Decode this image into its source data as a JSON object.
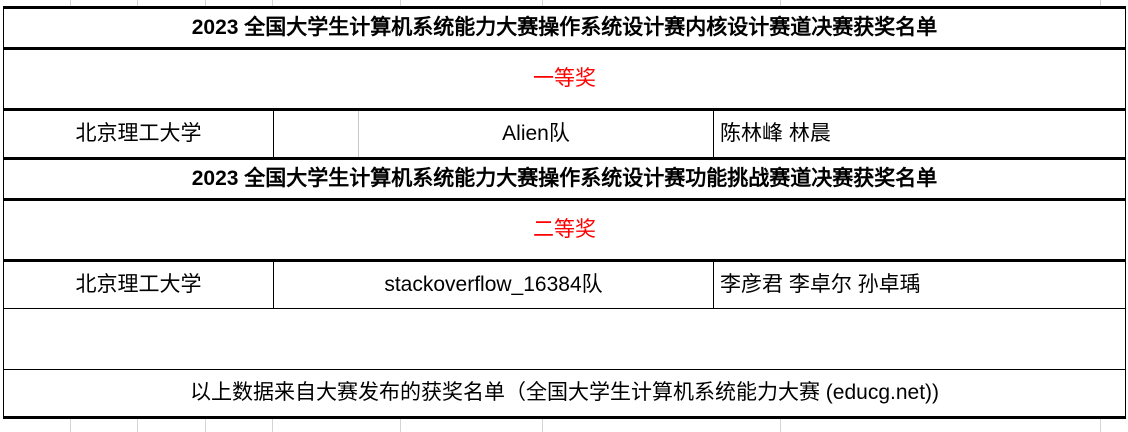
{
  "document": {
    "type": "spreadsheet-award-list"
  },
  "colors": {
    "award_label": "#FF0000",
    "text": "#000000",
    "rule": "#000000",
    "light_gridline": "#D4D4D4",
    "background": "#FFFFFF"
  },
  "sections": [
    {
      "title": "2023 全国大学生计算机系统能力大赛操作系统设计赛内核设计赛道决赛获奖名单",
      "award_label": "一等奖",
      "rows": [
        {
          "school": "北京理工大学",
          "blank": "",
          "team": "Alien队",
          "members": "陈林峰 林晨"
        }
      ]
    },
    {
      "title": "2023 全国大学生计算机系统能力大赛操作系统设计赛功能挑战赛道决赛获奖名单",
      "award_label": "二等奖",
      "rows": [
        {
          "school": "北京理工大学",
          "team": "stackoverflow_16384队",
          "members": "李彦君 李卓尔 孙卓瑀"
        }
      ]
    }
  ],
  "footer": {
    "note": "以上数据来自大赛发布的获奖名单（全国大学生计算机系统能力大赛 (educg.net))"
  }
}
